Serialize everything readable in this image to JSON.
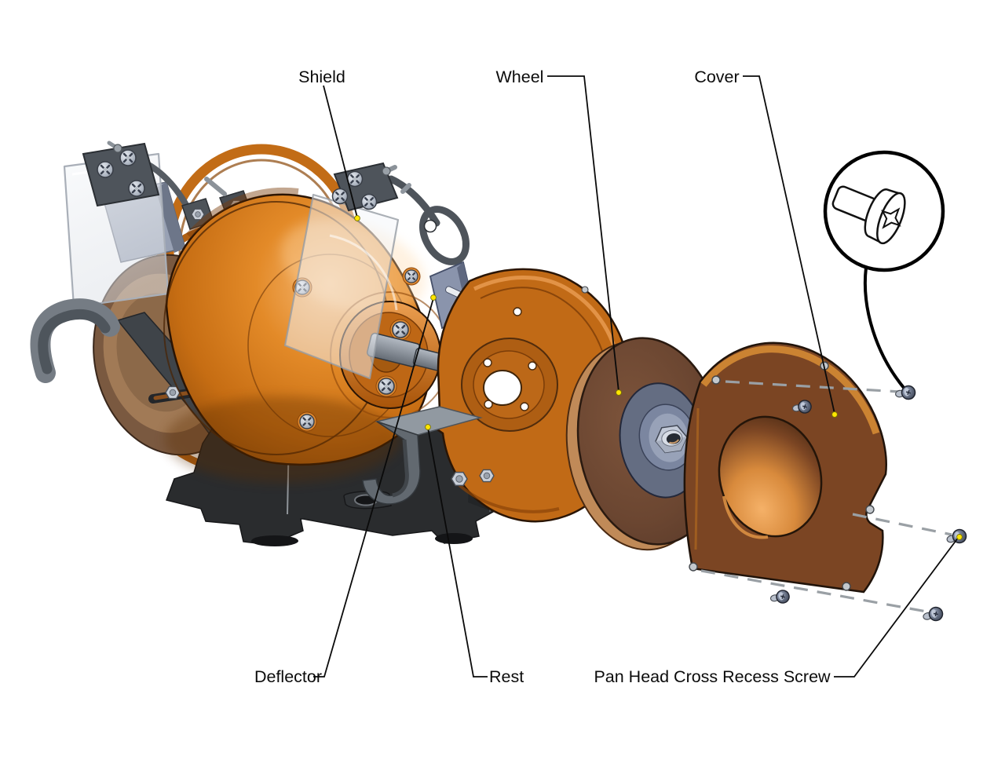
{
  "diagram": {
    "type": "exploded-view-technical-illustration",
    "subject": "Bench grinder wheel guard exploded assembly",
    "background": "#FFFFFF",
    "callouts": [
      {
        "id": "shield",
        "label": "Shield"
      },
      {
        "id": "wheel",
        "label": "Wheel"
      },
      {
        "id": "cover",
        "label": "Cover"
      },
      {
        "id": "deflector",
        "label": "Deflector"
      },
      {
        "id": "rest",
        "label": "Rest"
      },
      {
        "id": "pan-head-cross-recess-screw",
        "label": "Pan Head Cross Recess Screw"
      }
    ],
    "detail_view": {
      "content": "enlarged pan head cross recess screw"
    },
    "marker": {
      "shape": "dot",
      "color": "#FFE600"
    },
    "colors": {
      "housing_orange": "#D9781E",
      "guard_orange": "#C06A16",
      "wheel_brown": "#6B4631",
      "wheel_hub_slate": "#646D82",
      "cover_brown": "#7B4523",
      "cover_rim_orange": "#CB8332",
      "base_dark": "#2A2C2E",
      "metal_gray": "#6E757E",
      "slate_blue": "#8A94AC",
      "glass": "rgba(244,246,249,0.55)",
      "leader_line": "#0A0A0A",
      "dashed_line": "#9AA0A5"
    }
  }
}
